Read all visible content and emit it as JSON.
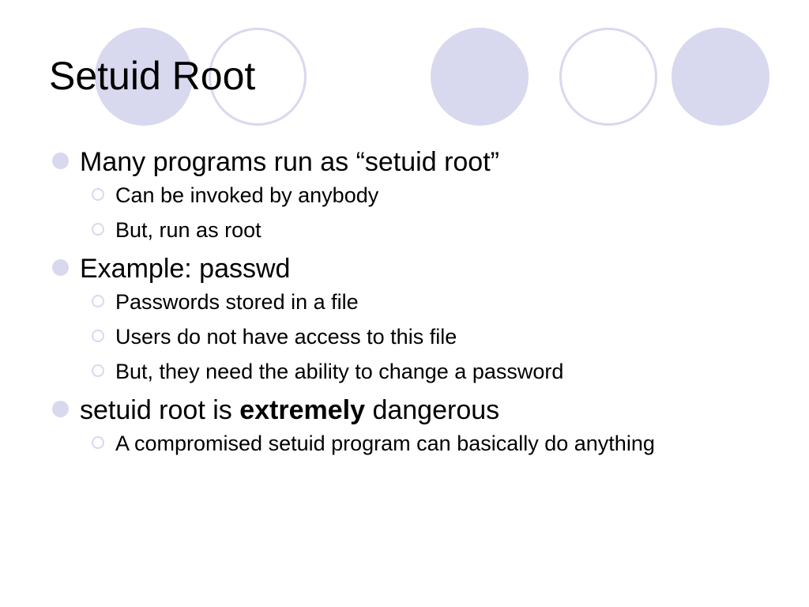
{
  "colors": {
    "accent": "#d8d8ee",
    "text": "#000000",
    "background": "#ffffff"
  },
  "slide": {
    "title": "Setuid Root",
    "bullets": [
      {
        "text": "Many programs run as “setuid root”",
        "sub": [
          "Can be invoked by anybody",
          "But, run as root"
        ]
      },
      {
        "text": "Example: passwd",
        "sub": [
          "Passwords stored in a file",
          "Users do not have access to this file",
          "But, they need the ability to change a password"
        ]
      },
      {
        "text_before": "setuid root is ",
        "text_bold": "extremely",
        "text_after": " dangerous",
        "sub": [
          "A compromised setuid program can basically do anything"
        ]
      }
    ]
  }
}
